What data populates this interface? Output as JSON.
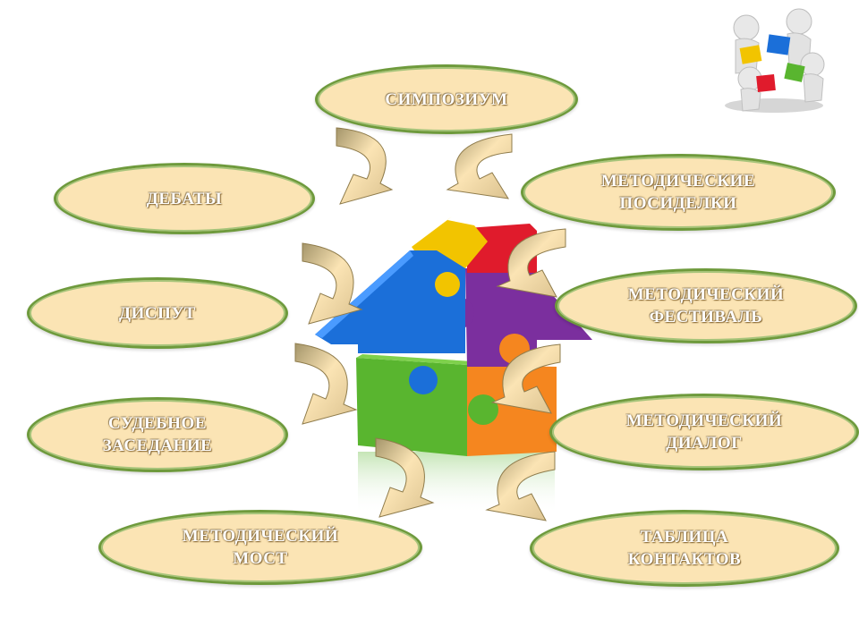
{
  "nodes": {
    "symposium": "СИМПОЗИУМ",
    "debates": "ДЕБАТЫ",
    "dispute": "ДИСПУТ",
    "court": "СУДЕБНОЕ\nЗАСЕДАНИЕ",
    "bridge": "МЕТОДИЧЕСКИЙ\nМОСТ",
    "gatherings": "МЕТОДИЧЕСКИЕ\nПОСИДЕЛКИ",
    "festival": "МЕТОДИЧЕСКИЙ\nФЕСТИВАЛЬ",
    "dialog": "МЕТОДИЧЕСКИЙ\nДИАЛОГ",
    "contacts": "ТАБЛИЦА\nКОНТАКТОВ"
  },
  "colors": {
    "oval_fill": "#fbe4b4",
    "oval_border": "#6e9a3c",
    "arrow_fill": "#fbe4b4",
    "arrow_shade": "#9c8a5a",
    "puzzle_yellow": "#f2c400",
    "puzzle_red": "#e01b2c",
    "puzzle_blue": "#1b6fd9",
    "puzzle_purple": "#7b2f9e",
    "puzzle_green": "#59b52f",
    "puzzle_orange": "#f5861f"
  }
}
